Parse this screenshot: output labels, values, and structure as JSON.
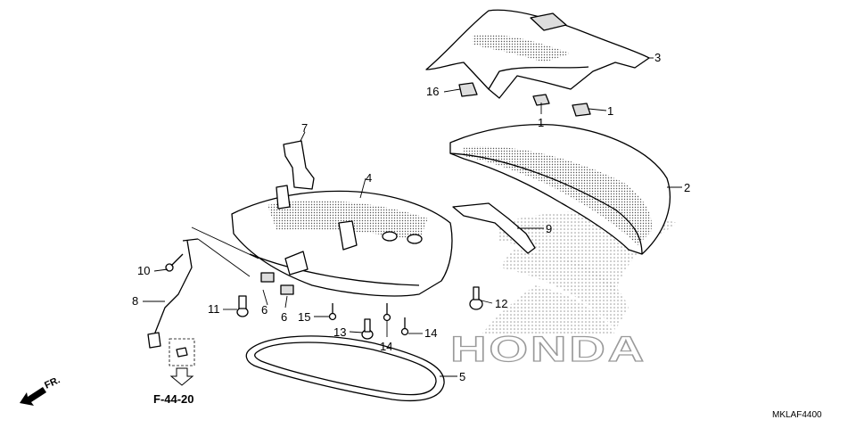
{
  "callouts": {
    "c1a": "1",
    "c1b": "1",
    "c2": "2",
    "c3": "3",
    "c4": "4",
    "c5": "5",
    "c6a": "6",
    "c6b": "6",
    "c7": "7",
    "c8": "8",
    "c9": "9",
    "c10": "10",
    "c11": "11",
    "c12": "12",
    "c13": "13",
    "c14a": "14",
    "c14b": "14",
    "c15": "15",
    "c16": "16"
  },
  "reference": "F-44-20",
  "front_label": "FR.",
  "watermark": "HONDA",
  "diagram_code": "MKLAF4400",
  "colors": {
    "line": "#000000",
    "watermark": "#9a9a9a",
    "shade": "#c8c8c8"
  }
}
